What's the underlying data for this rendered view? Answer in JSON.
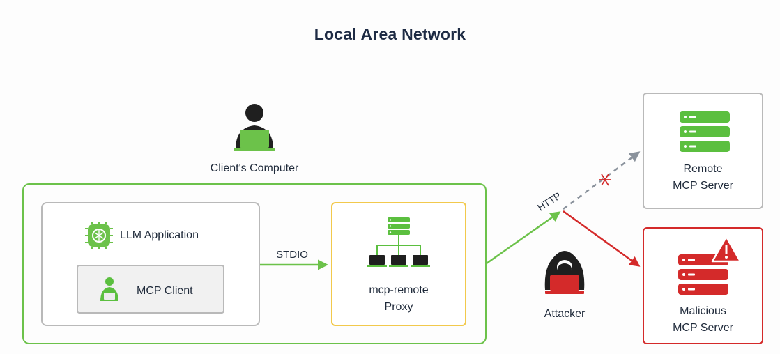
{
  "title": "Local Area Network",
  "client_computer": {
    "label": "Client's Computer",
    "icon": "user-laptop-icon"
  },
  "llm_app": {
    "label": "LLM Application",
    "icon": "ai-chip-icon"
  },
  "mcp_client": {
    "label": "MCP Client",
    "icon": "user-icon"
  },
  "connections": {
    "stdio": "STDIO",
    "http": "HTTP"
  },
  "proxy": {
    "line1": "mcp-remote",
    "line2": "Proxy",
    "icon": "network-server-icon"
  },
  "remote_server": {
    "line1": "Remote",
    "line2": "MCP Server",
    "icon": "server-icon"
  },
  "attacker": {
    "label": "Attacker",
    "icon": "hooded-attacker-icon"
  },
  "malicious_server": {
    "line1": "Malicious",
    "line2": "MCP Server",
    "icon": "server-warning-icon"
  },
  "colors": {
    "green": "#6cc24a",
    "server_green": "#5bbf3f",
    "red": "#d42a2a",
    "yellow": "#f2c94c",
    "gray": "#b9b9b9",
    "dashed": "#8a929c",
    "dark": "#1f1f1f"
  }
}
